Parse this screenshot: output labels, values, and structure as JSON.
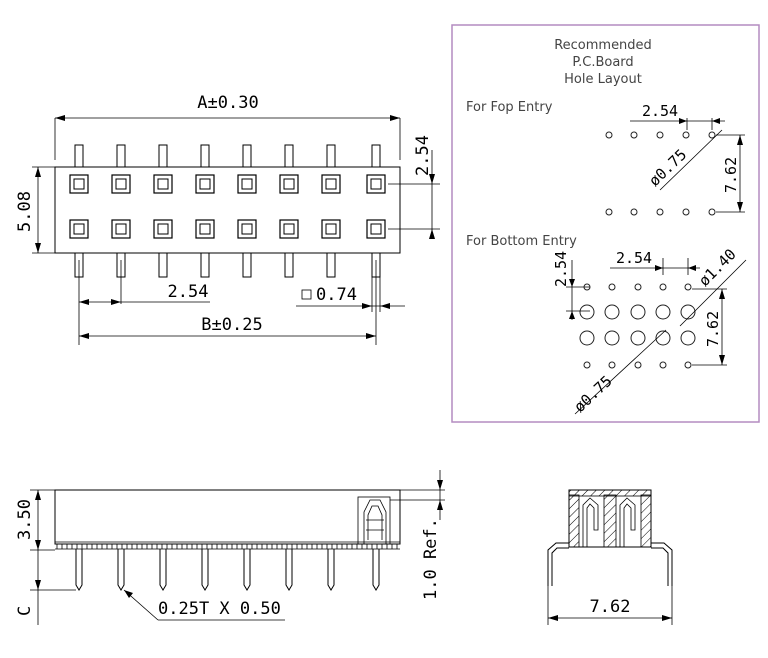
{
  "top_view": {
    "dim_a": "A±0.30",
    "dim_pitch_v": "2.54",
    "dim_height": "5.08",
    "dim_pitch_h": "2.54",
    "dim_pin": "0.74",
    "dim_b": "B±0.25"
  },
  "pcb_layout": {
    "title_lines": [
      "Recommended",
      "P.C.Board",
      "Hole Layout"
    ],
    "top_entry": {
      "label": "For Fop Entry",
      "pitch": "2.54",
      "hole_dia": "ø0.75",
      "row_spacing": "7.62"
    },
    "bottom_entry": {
      "label": "For Bottom Entry",
      "pitch_h": "2.54",
      "pitch_v": "2.54",
      "large_hole_dia": "ø1.40",
      "row_spacing": "7.62",
      "small_hole_dia": "ø0.75"
    }
  },
  "side_view": {
    "dim_height": "3.50",
    "dim_c": "C",
    "pin_callout": "0.25T X 0.50",
    "dim_ref": "1.0 Ref."
  },
  "end_view": {
    "dim_width": "7.62"
  },
  "colors": {
    "frame_border": "#b48cc0",
    "line": "#000000"
  }
}
